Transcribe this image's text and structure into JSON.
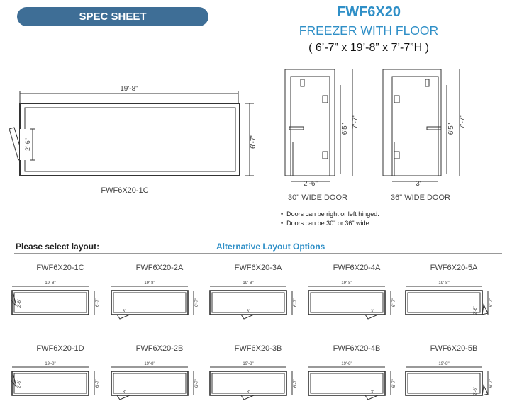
{
  "header": {
    "spec_label": "SPEC SHEET",
    "model": "FWF6X20",
    "subtitle": "FREEZER WITH FLOOR",
    "dimensions": "( 6’-7” x 19’-8” x 7’-7”H )"
  },
  "plan": {
    "length": "19'-8\"",
    "width": "6'-7\"",
    "door": "2'-6\"",
    "caption": "FWF6X20-1C"
  },
  "elevations": [
    {
      "door_width": "2'-6\"",
      "door_height": "6'5\"",
      "total_height": "7'-7\"",
      "caption": "30\" WIDE DOOR"
    },
    {
      "door_width": "3'",
      "door_height": "6'5\"",
      "total_height": "7'-7\"",
      "caption": "36\" WIDE DOOR"
    }
  ],
  "notes": [
    "Doors can be right or left hinged.",
    "Doors can be 30\" or 36\" wide."
  ],
  "layouts": {
    "please_label": "Please select layout:",
    "alt_label": "Alternative Layout Options",
    "thumb_length": "19'-8\"",
    "thumb_width": "6'-7\"",
    "thumb_door_side": "2'-6\"",
    "thumb_door_front": "3'",
    "items": [
      {
        "code": "FWF6X20-1C"
      },
      {
        "code": "FWF6X20-2A"
      },
      {
        "code": "FWF6X20-3A"
      },
      {
        "code": "FWF6X20-4A"
      },
      {
        "code": "FWF6X20-5A"
      },
      {
        "code": "FWF6X20-1D"
      },
      {
        "code": "FWF6X20-2B"
      },
      {
        "code": "FWF6X20-3B"
      },
      {
        "code": "FWF6X20-4B"
      },
      {
        "code": "FWF6X20-5B"
      }
    ]
  }
}
